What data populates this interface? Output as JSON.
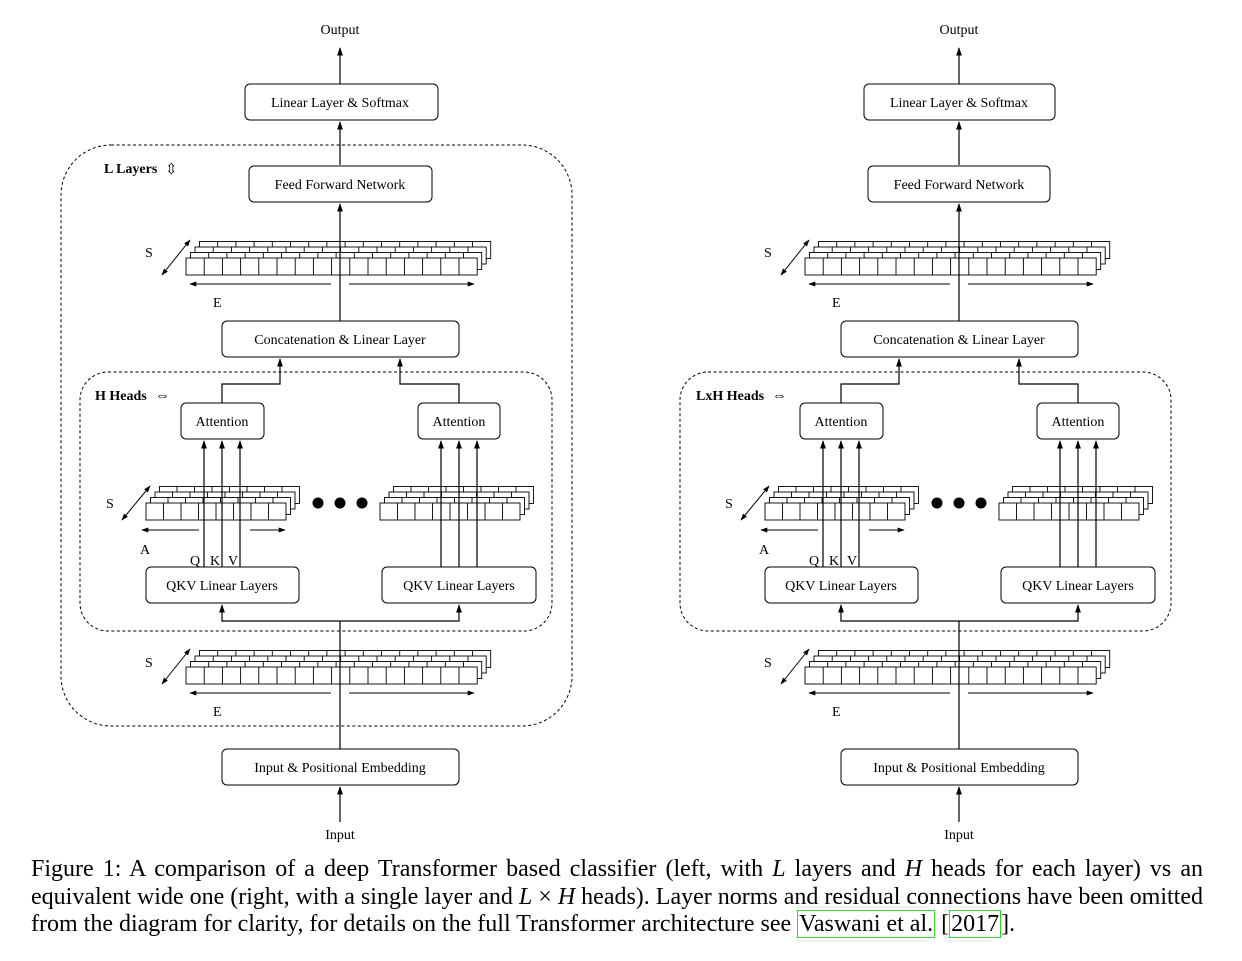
{
  "diagrams": [
    {
      "output": "Output",
      "softmax": "Linear Layer & Softmax",
      "ffn": "Feed Forward Network",
      "outer_label": "L Layers",
      "outer_arrow": "⇳",
      "dim_s": "S",
      "dim_e": "E",
      "concat": "Concatenation & Linear Layer",
      "heads_label": "H Heads",
      "heads_arrow": "⇔",
      "attention": "Attention",
      "dim_a": "A",
      "q": "Q",
      "k": "K",
      "v": "V",
      "qkv": "QKV Linear Layers",
      "embedding": "Input & Positional Embedding",
      "input": "Input"
    },
    {
      "output": "Output",
      "softmax": "Linear Layer & Softmax",
      "ffn": "Feed Forward Network",
      "dim_s": "S",
      "dim_e": "E",
      "concat": "Concatenation & Linear Layer",
      "heads_label": "LxH Heads",
      "heads_arrow": "⇔",
      "attention": "Attention",
      "dim_a": "A",
      "q": "Q",
      "k": "K",
      "v": "V",
      "qkv": "QKV Linear Layers",
      "embedding": "Input & Positional Embedding",
      "input": "Input"
    }
  ],
  "caption": {
    "prefix": "Figure 1: A comparison of a deep Transformer based classifier (left, with ",
    "var_l": "L",
    "mid1": " layers and ",
    "var_h": "H",
    "mid2": " heads for each layer) vs an equivalent wide one (right, with a single layer and ",
    "var_l2": "L",
    "times": " × ",
    "var_h2": "H",
    "mid3": " heads). Layer norms and residual connections have been omitted from the diagram for clarity, for details on the full Transformer architecture see ",
    "cite_author": "Vaswani et al.",
    "cite_open": " [",
    "cite_year": "2017",
    "cite_close": "]."
  }
}
